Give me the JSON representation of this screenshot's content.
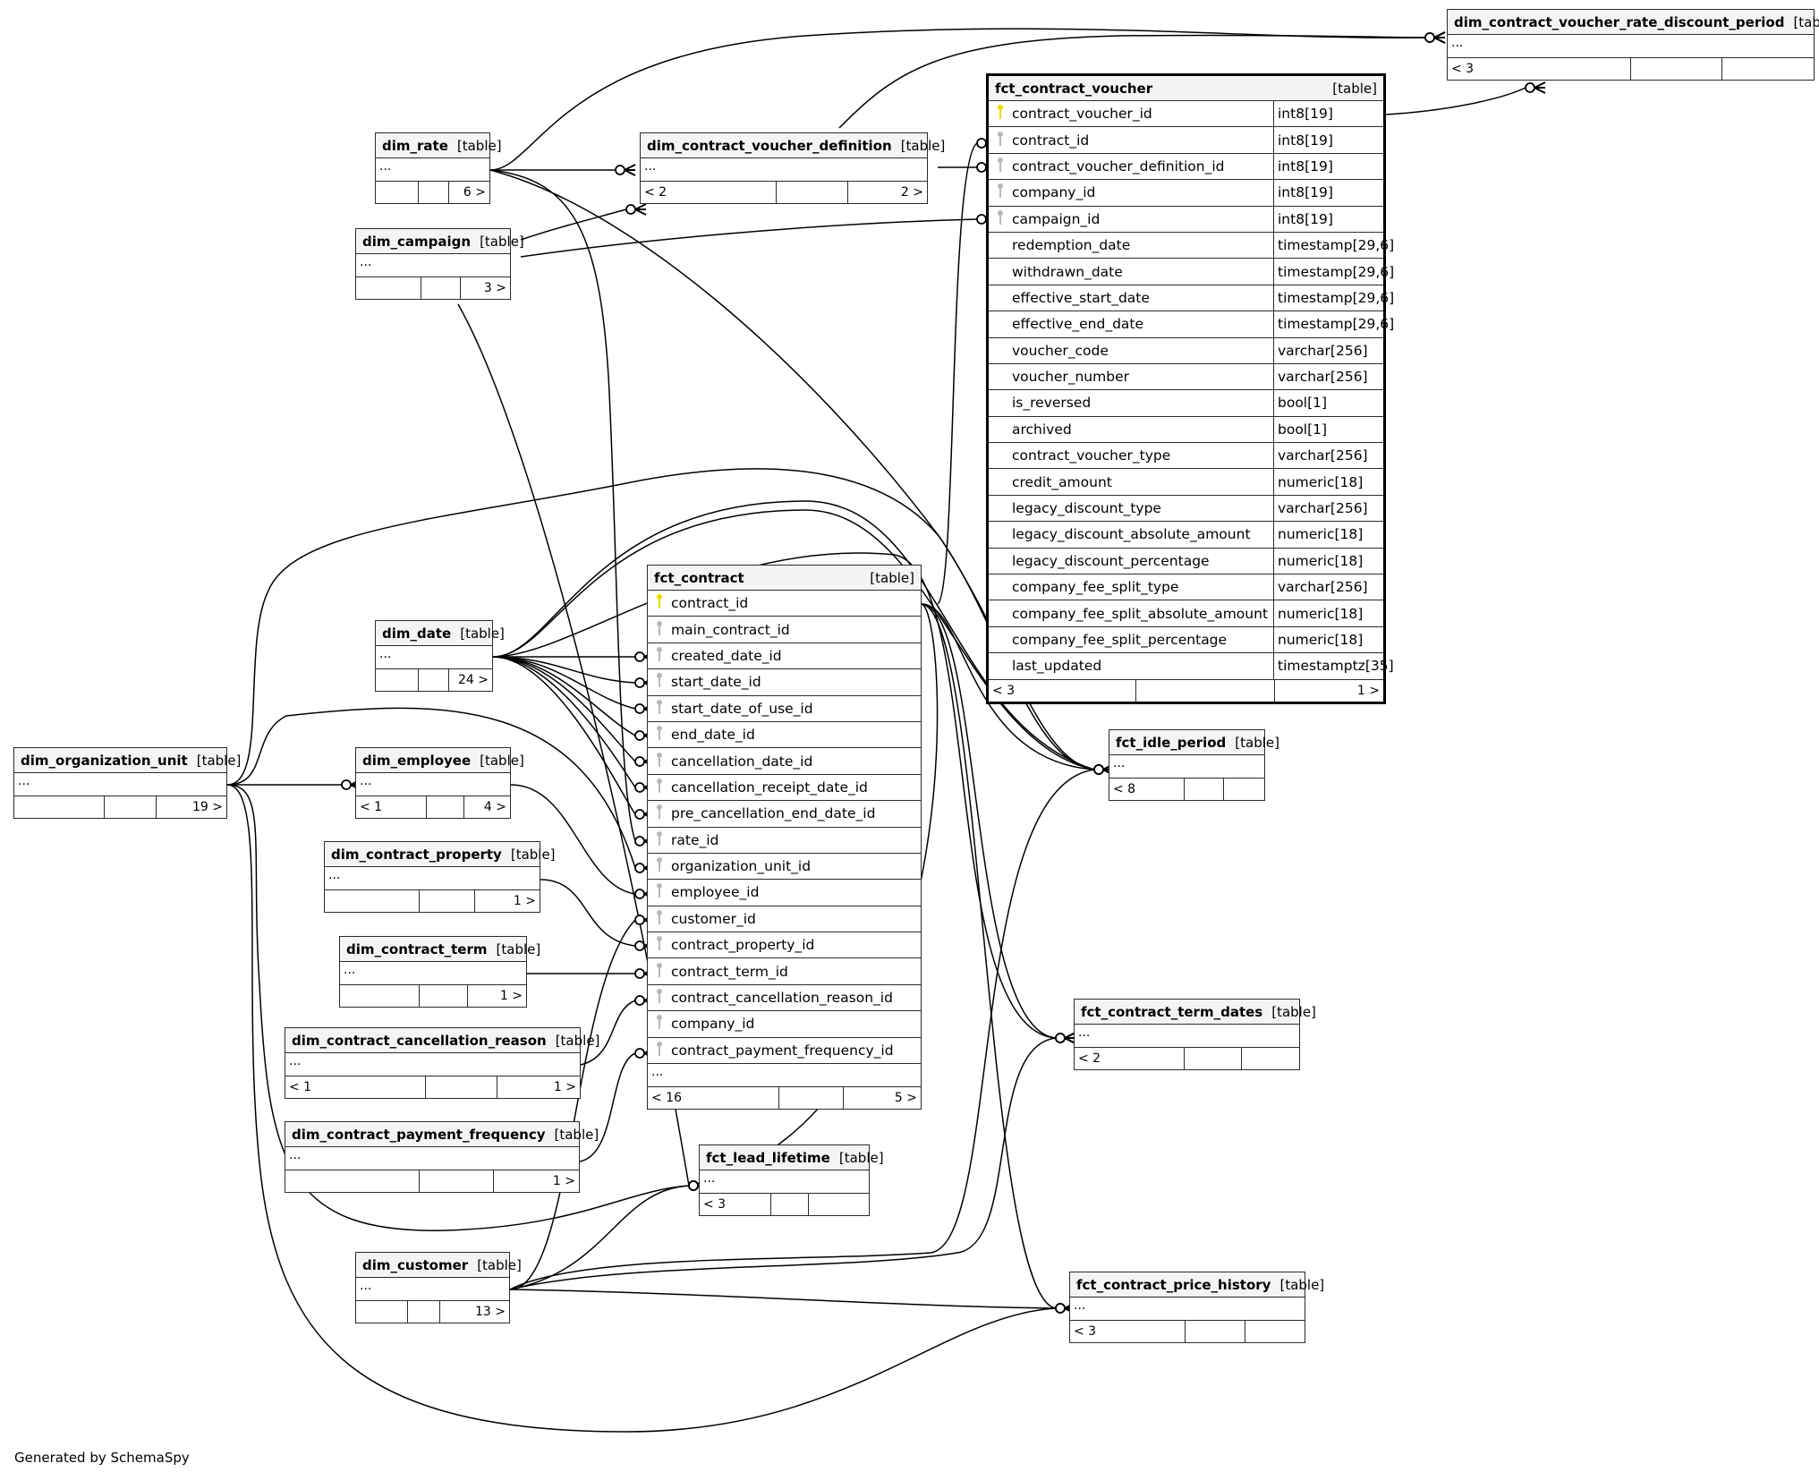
{
  "diagram": {
    "footer": "Generated by SchemaSpy",
    "focus_table": "fct_contract_voucher",
    "key_colors": {
      "primary": "#f0d800",
      "foreign": "#b8b8b8"
    }
  },
  "tables": {
    "dim_contract_voucher_rate_discount_period": {
      "name": "dim_contract_voucher_rate_discount_period",
      "kind": "[table]",
      "dots": "...",
      "parents": "< 3",
      "mid": "",
      "children": ""
    },
    "dim_rate": {
      "name": "dim_rate",
      "kind": "[table]",
      "dots": "...",
      "parents": "",
      "mid": "",
      "children": "6 >"
    },
    "dim_contract_voucher_definition": {
      "name": "dim_contract_voucher_definition",
      "kind": "[table]",
      "dots": "...",
      "parents": "< 2",
      "mid": "",
      "children": "2 >"
    },
    "dim_campaign": {
      "name": "dim_campaign",
      "kind": "[table]",
      "dots": "...",
      "parents": "",
      "mid": "",
      "children": "3 >"
    },
    "dim_date": {
      "name": "dim_date",
      "kind": "[table]",
      "dots": "...",
      "parents": "",
      "mid": "",
      "children": "24 >"
    },
    "dim_organization_unit": {
      "name": "dim_organization_unit",
      "kind": "[table]",
      "dots": "...",
      "parents": "",
      "mid": "",
      "children": "19 >"
    },
    "dim_employee": {
      "name": "dim_employee",
      "kind": "[table]",
      "dots": "...",
      "parents": "< 1",
      "mid": "",
      "children": "4 >"
    },
    "dim_contract_property": {
      "name": "dim_contract_property",
      "kind": "[table]",
      "dots": "...",
      "parents": "",
      "mid": "",
      "children": "1 >"
    },
    "dim_contract_term": {
      "name": "dim_contract_term",
      "kind": "[table]",
      "dots": "...",
      "parents": "",
      "mid": "",
      "children": "1 >"
    },
    "dim_contract_cancellation_reason": {
      "name": "dim_contract_cancellation_reason",
      "kind": "[table]",
      "dots": "...",
      "parents": "< 1",
      "mid": "",
      "children": "1 >"
    },
    "dim_contract_payment_frequency": {
      "name": "dim_contract_payment_frequency",
      "kind": "[table]",
      "dots": "...",
      "parents": "",
      "mid": "",
      "children": "1 >"
    },
    "fct_idle_period": {
      "name": "fct_idle_period",
      "kind": "[table]",
      "dots": "...",
      "parents": "< 8",
      "mid": "",
      "children": ""
    },
    "fct_contract_term_dates": {
      "name": "fct_contract_term_dates",
      "kind": "[table]",
      "dots": "...",
      "parents": "< 2",
      "mid": "",
      "children": ""
    },
    "fct_lead_lifetime": {
      "name": "fct_lead_lifetime",
      "kind": "[table]",
      "dots": "...",
      "parents": "< 3",
      "mid": "",
      "children": ""
    },
    "dim_customer": {
      "name": "dim_customer",
      "kind": "[table]",
      "dots": "...",
      "parents": "",
      "mid": "",
      "children": "13 >"
    },
    "fct_contract_price_history": {
      "name": "fct_contract_price_history",
      "kind": "[table]",
      "dots": "...",
      "parents": "< 3",
      "mid": "",
      "children": ""
    },
    "fct_contract": {
      "name": "fct_contract",
      "kind": "[table]",
      "dots": "...",
      "parents": "< 16",
      "mid": "",
      "children": "5 >",
      "columns": [
        {
          "name": "contract_id",
          "key": "primary"
        },
        {
          "name": "main_contract_id",
          "key": "foreign"
        },
        {
          "name": "created_date_id",
          "key": "foreign"
        },
        {
          "name": "start_date_id",
          "key": "foreign"
        },
        {
          "name": "start_date_of_use_id",
          "key": "foreign"
        },
        {
          "name": "end_date_id",
          "key": "foreign"
        },
        {
          "name": "cancellation_date_id",
          "key": "foreign"
        },
        {
          "name": "cancellation_receipt_date_id",
          "key": "foreign"
        },
        {
          "name": "pre_cancellation_end_date_id",
          "key": "foreign"
        },
        {
          "name": "rate_id",
          "key": "foreign"
        },
        {
          "name": "organization_unit_id",
          "key": "foreign"
        },
        {
          "name": "employee_id",
          "key": "foreign"
        },
        {
          "name": "customer_id",
          "key": "foreign"
        },
        {
          "name": "contract_property_id",
          "key": "foreign"
        },
        {
          "name": "contract_term_id",
          "key": "foreign"
        },
        {
          "name": "contract_cancellation_reason_id",
          "key": "foreign"
        },
        {
          "name": "company_id",
          "key": "foreign"
        },
        {
          "name": "contract_payment_frequency_id",
          "key": "foreign"
        }
      ]
    },
    "fct_contract_voucher": {
      "name": "fct_contract_voucher",
      "kind": "[table]",
      "parents": "< 3",
      "mid": "",
      "children": "1 >",
      "columns": [
        {
          "name": "contract_voucher_id",
          "type": "int8[19]",
          "key": "primary"
        },
        {
          "name": "contract_id",
          "type": "int8[19]",
          "key": "foreign"
        },
        {
          "name": "contract_voucher_definition_id",
          "type": "int8[19]",
          "key": "foreign"
        },
        {
          "name": "company_id",
          "type": "int8[19]",
          "key": "foreign"
        },
        {
          "name": "campaign_id",
          "type": "int8[19]",
          "key": "foreign"
        },
        {
          "name": "redemption_date",
          "type": "timestamp[29,6]",
          "key": "none"
        },
        {
          "name": "withdrawn_date",
          "type": "timestamp[29,6]",
          "key": "none"
        },
        {
          "name": "effective_start_date",
          "type": "timestamp[29,6]",
          "key": "none"
        },
        {
          "name": "effective_end_date",
          "type": "timestamp[29,6]",
          "key": "none"
        },
        {
          "name": "voucher_code",
          "type": "varchar[256]",
          "key": "none"
        },
        {
          "name": "voucher_number",
          "type": "varchar[256]",
          "key": "none"
        },
        {
          "name": "is_reversed",
          "type": "bool[1]",
          "key": "none"
        },
        {
          "name": "archived",
          "type": "bool[1]",
          "key": "none"
        },
        {
          "name": "contract_voucher_type",
          "type": "varchar[256]",
          "key": "none"
        },
        {
          "name": "credit_amount",
          "type": "numeric[18]",
          "key": "none"
        },
        {
          "name": "legacy_discount_type",
          "type": "varchar[256]",
          "key": "none"
        },
        {
          "name": "legacy_discount_absolute_amount",
          "type": "numeric[18]",
          "key": "none"
        },
        {
          "name": "legacy_discount_percentage",
          "type": "numeric[18]",
          "key": "none"
        },
        {
          "name": "company_fee_split_type",
          "type": "varchar[256]",
          "key": "none"
        },
        {
          "name": "company_fee_split_absolute_amount",
          "type": "numeric[18]",
          "key": "none"
        },
        {
          "name": "company_fee_split_percentage",
          "type": "numeric[18]",
          "key": "none"
        },
        {
          "name": "last_updated",
          "type": "timestamptz[35]",
          "key": "none"
        }
      ]
    }
  }
}
